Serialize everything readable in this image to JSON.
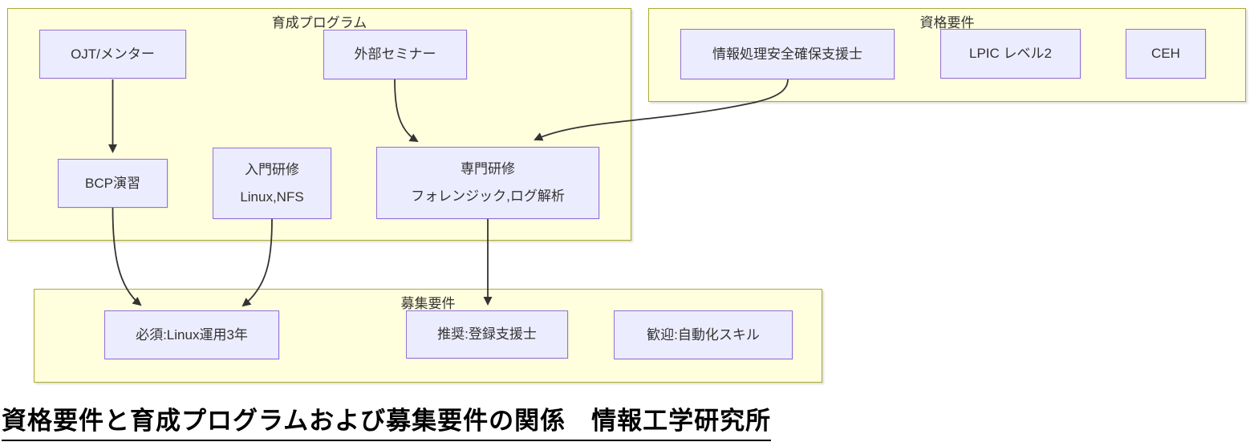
{
  "groups": {
    "training": {
      "title": "育成プログラム"
    },
    "qualification": {
      "title": "資格要件"
    },
    "recruitment": {
      "title": "募集要件"
    }
  },
  "nodes": {
    "ojt": {
      "label": "OJT/メンター"
    },
    "seminar": {
      "label": "外部セミナー"
    },
    "bcp": {
      "label": "BCP演習"
    },
    "intro": {
      "title": "入門研修",
      "subtitle": "Linux,NFS"
    },
    "advanced": {
      "title": "専門研修",
      "subtitle": "フォレンジック,ログ解析"
    },
    "riss": {
      "label": "情報処理安全確保支援士"
    },
    "lpic": {
      "label": "LPIC レベル2"
    },
    "ceh": {
      "label": "CEH"
    },
    "required": {
      "label": "必須:Linux運用3年"
    },
    "recommended": {
      "label": "推奨:登録支援士"
    },
    "welcome": {
      "label": "歓迎:自動化スキル"
    }
  },
  "edges": [
    {
      "from": "OJT/メンター",
      "to": "BCP演習"
    },
    {
      "from": "外部セミナー",
      "to": "専門研修"
    },
    {
      "from": "情報処理安全確保支援士",
      "to": "専門研修"
    },
    {
      "from": "BCP演習",
      "to": "必須:Linux運用3年"
    },
    {
      "from": "入門研修",
      "to": "必須:Linux運用3年"
    },
    {
      "from": "専門研修",
      "to": "推奨:登録支援士"
    }
  ],
  "caption": "資格要件と育成プログラムおよび募集要件の関係　情報工学研究所",
  "colors": {
    "group_fill": "#ffffde",
    "group_border": "#aaaa33",
    "node_fill": "#ececff",
    "node_border": "#9370db",
    "edge": "#333333",
    "text": "#333333",
    "caption_color": "#000000"
  }
}
